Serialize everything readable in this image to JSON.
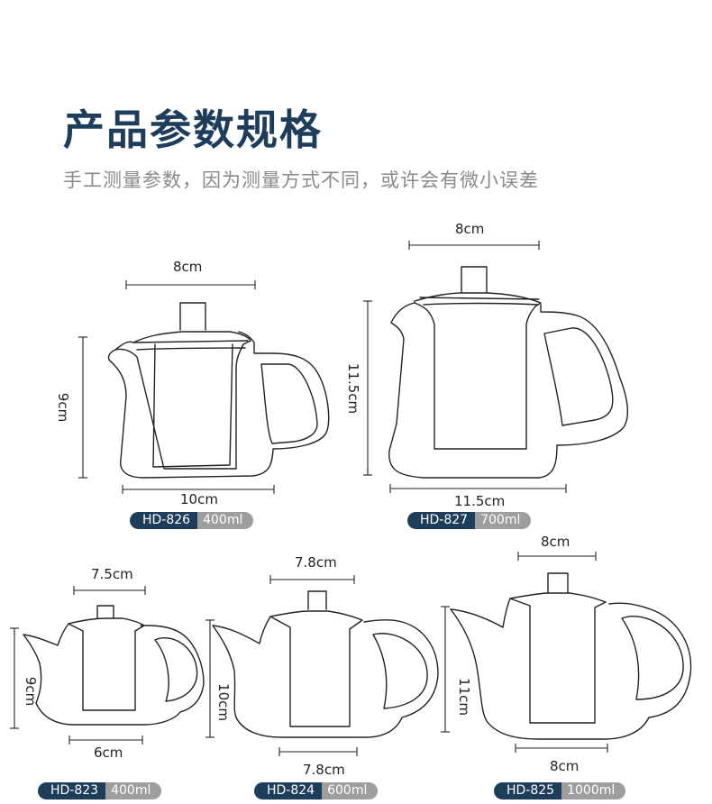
{
  "header": {
    "title": "产品参数规格",
    "subtitle": "手工测量参数，因为测量方式不同，或许会有微小误差"
  },
  "products": [
    {
      "model": "HD-826",
      "capacity": "400ml",
      "top_width": "8cm",
      "height": "9cm",
      "bottom_width": "10cm"
    },
    {
      "model": "HD-827",
      "capacity": "700ml",
      "top_width": "8cm",
      "height": "11.5cm",
      "bottom_width": "11.5cm"
    },
    {
      "model": "HD-823",
      "capacity": "400ml",
      "top_width": "7.5cm",
      "height": "9cm",
      "bottom_width": "6cm"
    },
    {
      "model": "HD-824",
      "capacity": "600ml",
      "top_width": "7.8cm",
      "height": "10cm",
      "bottom_width": "7.8cm"
    },
    {
      "model": "HD-825",
      "capacity": "1000ml",
      "top_width": "8cm",
      "height": "11cm",
      "bottom_width": "8cm"
    }
  ],
  "colors": {
    "title": "#1d3d5b",
    "badge_model": "#1d3d5b",
    "badge_capacity": "#9e9e9e",
    "subtitle": "#8a8a8a"
  }
}
